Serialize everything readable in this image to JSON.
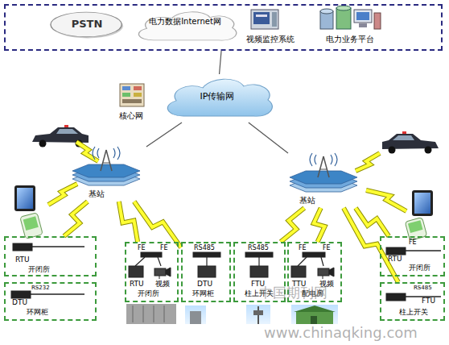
{
  "diagram": {
    "nodes": [
      {
        "text": []
      },
      {
        "text": [
          "PSTN"
        ],
        "in": 0
      },
      {
        "text": [
          "电力数据Internet网"
        ],
        "in": 0
      },
      {
        "text": [
          "视频监控系统"
        ],
        "in": 0
      },
      {
        "text": [
          "电力业务平台"
        ],
        "in": 0
      },
      {
        "text": [
          "IP传输网"
        ]
      },
      {
        "text": [
          "核心网"
        ]
      },
      {
        "text": [
          "基站"
        ]
      },
      {
        "text": [
          "基站"
        ]
      },
      {
        "text": [
          "RTU",
          "开闭所"
        ]
      },
      {
        "text": [
          "RS232",
          "DTU",
          "环网柜"
        ]
      },
      {
        "text": [
          "FE",
          "FE",
          "RTU",
          "视频",
          "开闭所"
        ]
      },
      {
        "text": [
          "RS485",
          "DTU",
          "环网柜"
        ]
      },
      {
        "text": [
          "RS485",
          "FTU",
          "柱上开关"
        ]
      },
      {
        "text": [
          "FE",
          "FE",
          "TTU",
          "视频",
          "配电房"
        ]
      },
      {
        "text": [
          "FE",
          "RTU",
          "开闭所"
        ]
      },
      {
        "text": [
          "RS485",
          "FTU",
          "柱上开关"
        ]
      }
    ],
    "edges": [
      {
        "from": 0,
        "to": 5,
        "arrow": "none"
      },
      {
        "from": 5,
        "to": 7,
        "arrow": "none"
      },
      {
        "from": 5,
        "to": 8,
        "arrow": "none"
      },
      {
        "from": 7,
        "to": 9,
        "arrow": "none"
      },
      {
        "from": 7,
        "to": 11,
        "arrow": "none"
      },
      {
        "from": 7,
        "to": 12,
        "arrow": "none"
      },
      {
        "from": 8,
        "to": 13,
        "arrow": "none"
      },
      {
        "from": 8,
        "to": 14,
        "arrow": "none"
      },
      {
        "from": 8,
        "to": 15,
        "arrow": "none"
      },
      {
        "from": 8,
        "to": 16,
        "arrow": "none"
      }
    ],
    "labels": [
      "中国期刊网",
      "www.chinaqking.com"
    ]
  }
}
